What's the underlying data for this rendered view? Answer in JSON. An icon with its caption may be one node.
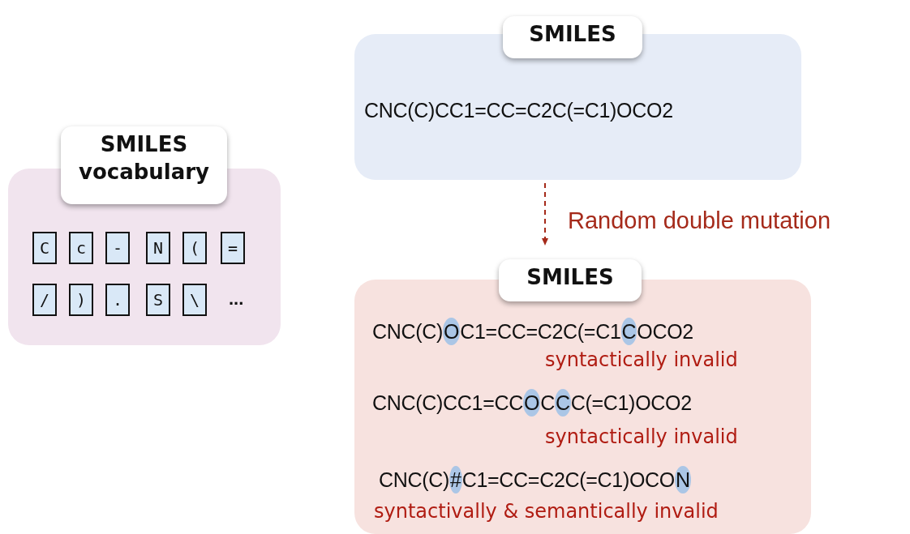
{
  "diagram": {
    "nodes": [
      {
        "text": [
          "SMILES vocabulary",
          "..."
        ]
      },
      {
        "text": [
          "C"
        ],
        "in": 0
      },
      {
        "text": [
          "c"
        ],
        "in": 0
      },
      {
        "text": [
          "-"
        ],
        "in": 0
      },
      {
        "text": [
          "N"
        ],
        "in": 0
      },
      {
        "text": [
          "("
        ],
        "in": 0
      },
      {
        "text": [
          "="
        ],
        "in": 0
      },
      {
        "text": [
          "/"
        ],
        "in": 0
      },
      {
        "text": [
          ")"
        ],
        "in": 0
      },
      {
        "text": [
          "."
        ],
        "in": 0
      },
      {
        "text": [
          "S"
        ],
        "in": 0
      },
      {
        "text": [
          "\\"
        ],
        "in": 0
      },
      {
        "text": [
          "SMILES",
          "CNC(C)CC1=CC=C2C(=C1)OCO2"
        ]
      },
      {
        "text": [
          "SMILES",
          "CNC(C)OC1=CC=C2C(=C1COCO2",
          "syntactically invalid",
          "CNC(C)CC1=CCOCCC(=C1)OCO2",
          "syntactically invalid",
          "CNC(C)#C1=CC=C2C(=C1)OCON",
          "syntactivally & semantically invalid"
        ]
      }
    ],
    "edges": [
      {
        "from": 12,
        "to": 13,
        "arrow": "to",
        "label": "Random double mutation",
        "style": "dashed",
        "color": "#a52a1a"
      }
    ]
  }
}
